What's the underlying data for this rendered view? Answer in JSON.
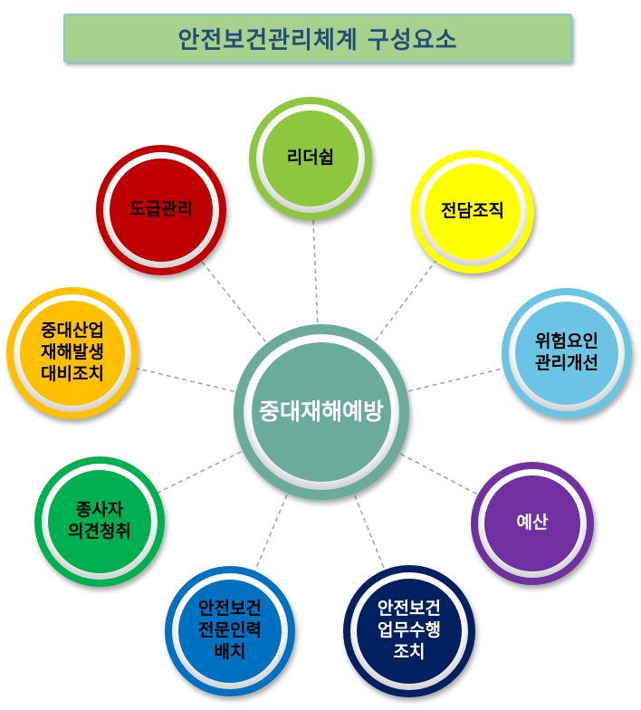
{
  "title": "안전보건관리체계 구성요소",
  "colors": {
    "title_bg": "#a9d18e",
    "title_text": "#1f4e79",
    "connector": "#a6a6a6"
  },
  "center": {
    "label": "중대재해예방",
    "color": "#6aab9c",
    "text_color": "#ffffff"
  },
  "nodes": [
    {
      "id": "leadership",
      "label": "리더쉽",
      "color": "#8dc63f",
      "text_color": "#000000"
    },
    {
      "id": "dedicated-org",
      "label": "전담조직",
      "color": "#ffff00",
      "text_color": "#000000"
    },
    {
      "id": "risk-management",
      "label": "위험요인\n관리개선",
      "color": "#6cc4e4",
      "text_color": "#000000"
    },
    {
      "id": "budget",
      "label": "예산",
      "color": "#7030a0",
      "text_color": "#ffffff"
    },
    {
      "id": "safety-duty",
      "label": "안전보건\n업무수행\n조치",
      "color": "#002060",
      "text_color": "#ffffff"
    },
    {
      "id": "safety-staff",
      "label": "안전보건\n전문인력\n배치",
      "color": "#0070c0",
      "text_color": "#000000"
    },
    {
      "id": "worker-opinion",
      "label": "종사자\n의견청취",
      "color": "#00b050",
      "text_color": "#000000"
    },
    {
      "id": "emergency-prep",
      "label": "중대산업\n재해발생\n대비조치",
      "color": "#ffc000",
      "text_color": "#000000"
    },
    {
      "id": "subcontract",
      "label": "도급관리",
      "color": "#c00000",
      "text_color": "#000000"
    }
  ]
}
